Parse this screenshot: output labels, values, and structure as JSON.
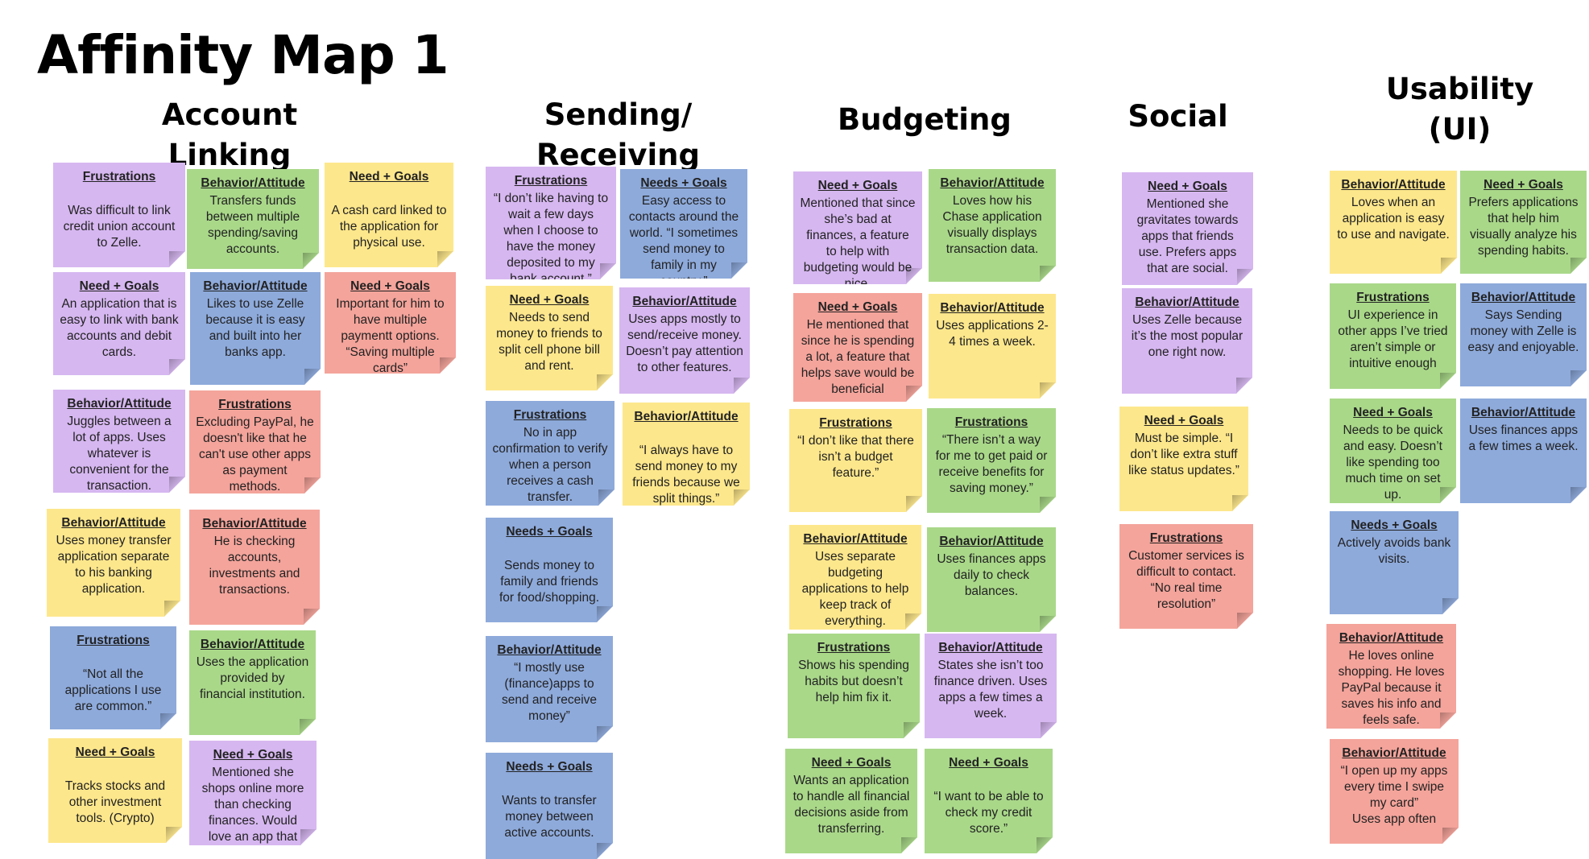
{
  "title": "Affinity Map 1",
  "headers": {
    "account_linking": "Account Linking",
    "sending_receiving": "Sending/ Receiving",
    "budgeting": "Budgeting",
    "social": "Social",
    "usability_line1": "Usability",
    "usability_line2": "(UI)"
  },
  "colors": {
    "purple": "#d6b7f0",
    "green": "#a9d889",
    "yellow": "#fde78c",
    "blue": "#8eaadb",
    "red": "#f4a49b"
  },
  "notes": [
    {
      "cat": "Frustrations",
      "text": "\nWas difficult to link credit union account to Zelle.",
      "color": "purple"
    },
    {
      "cat": "Behavior/Attitude",
      "text": "Transfers funds between multiple spending/saving accounts.",
      "color": "green"
    },
    {
      "cat": "Need + Goals",
      "text": "\nA cash card linked to the application for physical use.",
      "color": "yellow"
    },
    {
      "cat": "Need + Goals",
      "text": "An application that is easy to link with bank accounts and debit cards.",
      "color": "purple"
    },
    {
      "cat": "Behavior/Attitude",
      "text": "Likes to use Zelle because it is easy and built into her banks app.",
      "color": "blue"
    },
    {
      "cat": "Need + Goals",
      "text": "Important for him to have multiple paymentt options. “Saving multiple cards”",
      "color": "red"
    },
    {
      "cat": "Behavior/Attitude",
      "text": "Juggles between a lot of apps. Uses whatever is convenient for the transaction.",
      "color": "purple"
    },
    {
      "cat": "Frustrations",
      "text": "Excluding PayPal, he doesn't like that he can't use other apps as payment methods.",
      "color": "red"
    },
    {
      "cat": "Behavior/Attitude",
      "text": "Uses money transfer application separate to his banking application.",
      "color": "yellow"
    },
    {
      "cat": "Behavior/Attitude",
      "text": "He is checking accounts, investments and transactions.",
      "color": "red"
    },
    {
      "cat": "Frustrations",
      "text": "\n“Not all the applications I use are common.”",
      "color": "blue"
    },
    {
      "cat": "Behavior/Attitude",
      "text": "Uses the application provided by financial institution.",
      "color": "green"
    },
    {
      "cat": "Need + Goals",
      "text": "\nTracks stocks and other investment tools. (Crypto)",
      "color": "yellow"
    },
    {
      "cat": "Need + Goals",
      "text": "Mentioned she shops online more than checking finances. Would love an app that fuses the two.",
      "color": "purple"
    },
    {
      "cat": "Frustrations",
      "text": "“I don’t like having to wait a few days when I choose to have the money deposited to my bank account.”",
      "color": "purple"
    },
    {
      "cat": "Needs + Goals",
      "text": "Easy access to contacts around the world. “I sometimes send money to family in my country.”",
      "color": "blue"
    },
    {
      "cat": "Need + Goals",
      "text": "Needs to send money to friends to split cell phone bill and rent.",
      "color": "yellow"
    },
    {
      "cat": "Behavior/Attitude",
      "text": "Uses apps mostly to send/receive money. Doesn’t pay attention to other features.",
      "color": "purple"
    },
    {
      "cat": "Frustrations",
      "text": "No in app confirmation to verify when a person receives a cash transfer.",
      "color": "blue"
    },
    {
      "cat": "Behavior/Attitude",
      "text": "\n“I always have to send money to my friends because we split things.”",
      "color": "yellow"
    },
    {
      "cat": "Needs + Goals",
      "text": "\nSends money to family and friends for food/shopping.",
      "color": "blue"
    },
    {
      "cat": "Behavior/Attitude",
      "text": "“I mostly use (finance)apps to send and receive money”",
      "color": "blue"
    },
    {
      "cat": "Needs + Goals",
      "text": "\nWants to transfer money between active accounts.",
      "color": "blue"
    },
    {
      "cat": "Need + Goals",
      "text": "Mentioned that since she’s bad at finances, a feature to help with budgeting would be nice.",
      "color": "purple"
    },
    {
      "cat": "Behavior/Attitude",
      "text": "Loves how his Chase application visually displays transaction data.",
      "color": "green"
    },
    {
      "cat": "Need + Goals",
      "text": "He mentioned that since he is spending a lot, a feature that helps save would be beneficial",
      "color": "red"
    },
    {
      "cat": "Behavior/Attitude",
      "text": "Uses applications 2-4 times a week.",
      "color": "yellow"
    },
    {
      "cat": "Frustrations",
      "text": "“I don’t like that there isn’t a budget feature.”",
      "color": "yellow"
    },
    {
      "cat": "Frustrations",
      "text": "“There isn’t a way for me to get paid or receive benefits for saving money.”",
      "color": "green"
    },
    {
      "cat": "Behavior/Attitude",
      "text": "Uses separate budgeting applications to help keep track of everything.",
      "color": "yellow"
    },
    {
      "cat": "Behavior/Attitude",
      "text": "Uses finances apps daily to check balances.",
      "color": "green"
    },
    {
      "cat": "Frustrations",
      "text": "Shows his spending habits but doesn’t help him fix it.",
      "color": "green"
    },
    {
      "cat": "Behavior/Attitude",
      "text": "States she isn’t too finance driven. Uses apps a few times a week.",
      "color": "purple"
    },
    {
      "cat": "Need + Goals",
      "text": "Wants an application to handle all financial decisions aside from transferring.",
      "color": "green"
    },
    {
      "cat": "Need + Goals",
      "text": "\n“I want to be able to check my credit score.”",
      "color": "green"
    },
    {
      "cat": "Need + Goals",
      "text": "Mentioned she gravitates towards apps that friends use. Prefers apps that are social.",
      "color": "purple"
    },
    {
      "cat": "Behavior/Attitude",
      "text": "Uses Zelle because it’s the most popular one right now.",
      "color": "purple"
    },
    {
      "cat": "Need + Goals",
      "text": "Must be simple. “I don’t like extra stuff like status updates.”",
      "color": "yellow"
    },
    {
      "cat": "Frustrations",
      "text": "Customer services is difficult to contact. “No real time resolution”",
      "color": "red"
    },
    {
      "cat": "Behavior/Attitude",
      "text": "Loves when an application is easy to use and navigate.",
      "color": "yellow"
    },
    {
      "cat": "Need + Goals",
      "text": "Prefers applications that help him visually analyze his spending habits.",
      "color": "green"
    },
    {
      "cat": "Frustrations",
      "text": "UI experience in other apps I’ve tried aren’t simple or intuitive enough",
      "color": "green"
    },
    {
      "cat": "Behavior/Attitude",
      "text": "Says Sending money with Zelle is easy and enjoyable.",
      "color": "blue"
    },
    {
      "cat": "Need + Goals",
      "text": "Needs to be quick and easy. Doesn’t like spending too much time on set up.",
      "color": "green"
    },
    {
      "cat": "Behavior/Attitude",
      "text": "Uses finances apps a few times a week.",
      "color": "blue"
    },
    {
      "cat": "Needs + Goals",
      "text": "Actively avoids bank visits.",
      "color": "blue"
    },
    {
      "cat": "Behavior/Attitude",
      "text": "He loves online shopping. He loves PayPal because it saves his info and feels safe.",
      "color": "red"
    },
    {
      "cat": "Behavior/Attitude",
      "text": "“I open up my apps every time I swipe my card”\nUses app often",
      "color": "red"
    }
  ]
}
